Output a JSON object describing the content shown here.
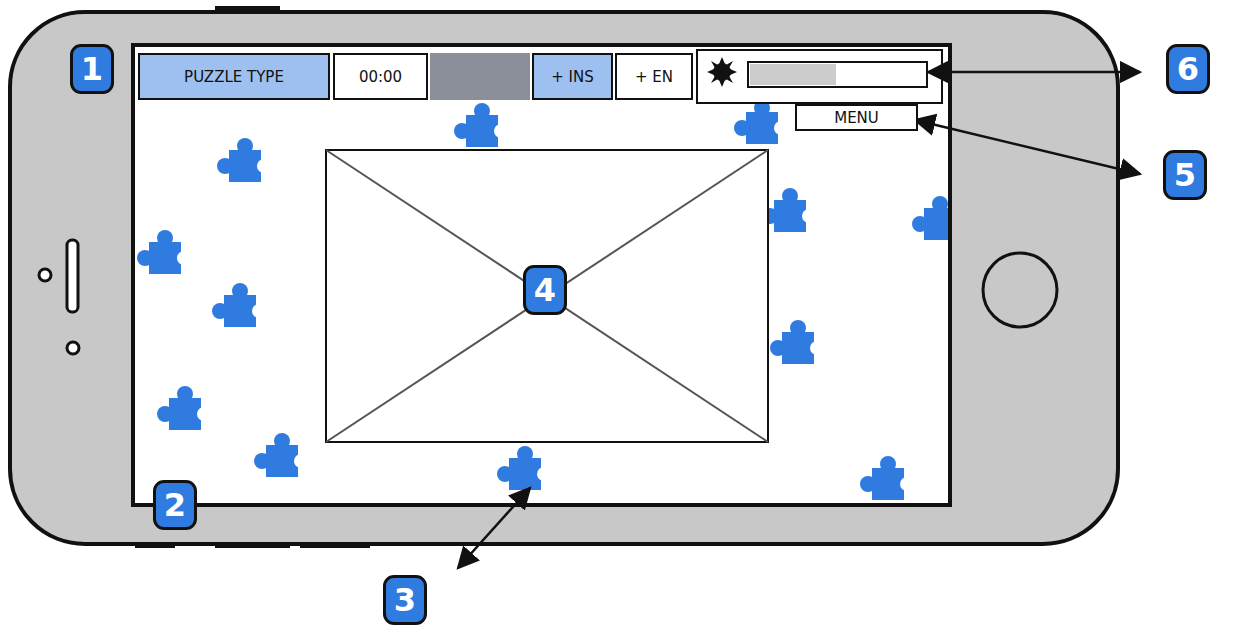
{
  "diagram": {
    "nodes": [
      {
        "text": [
          "PUZZLE TYPE"
        ]
      },
      {
        "text": [
          "00:00"
        ]
      },
      {
        "text": [
          "+ INS"
        ]
      },
      {
        "text": [
          "+ EN"
        ]
      },
      {
        "text": [
          "MENU"
        ]
      }
    ],
    "labels": [
      "1",
      "2",
      "3",
      "4",
      "5",
      "6"
    ]
  }
}
